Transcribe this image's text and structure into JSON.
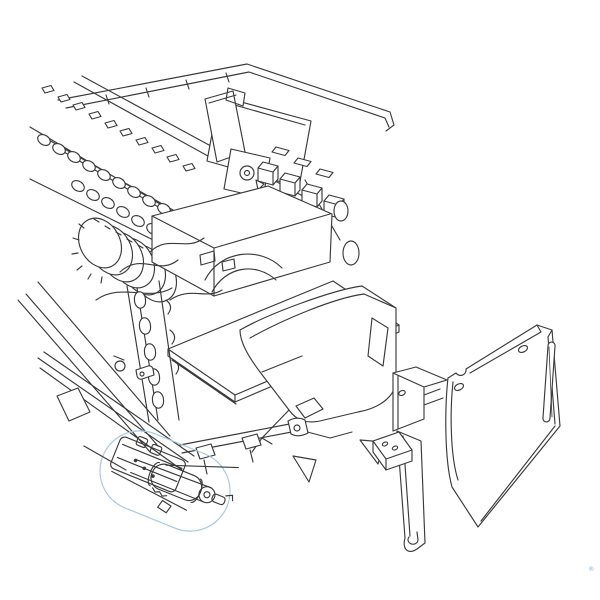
{
  "image": {
    "description": "Isometric exploded line drawing of a printer paper-feed mechanism with a highlighted pickup roller assembly and a separate sheet-metal mounting bracket",
    "background_color": "#ffffff",
    "line_color": "#3a3a3a"
  },
  "highlight": {
    "shape": "rotated-stadium-outline",
    "stroke_color": "#a4c9e5",
    "stroke_width": 5,
    "fill_color": "#cfe2f1",
    "fill_opacity": 0.42,
    "part_fill_color": "#b9d6ec",
    "part_accent_color": "#a3cbe8"
  },
  "parts": {
    "main": "printer-feed-mechanism",
    "highlighted": "pickup-roller-assembly",
    "loose": "mounting-bracket"
  },
  "logo": {
    "color": "#8bb0d5",
    "registered_mark": "®"
  }
}
